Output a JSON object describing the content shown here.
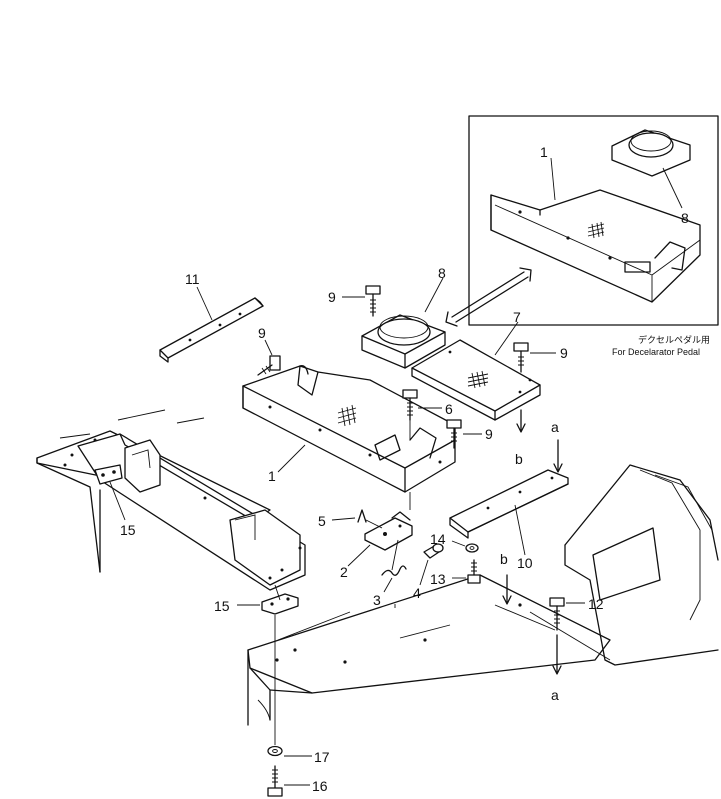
{
  "labels": {
    "n1": "1",
    "n1b": "1",
    "n2": "2",
    "n3": "3",
    "n4": "4",
    "n5": "5",
    "n6": "6",
    "n7": "7",
    "n8": "8",
    "n8b": "8",
    "n9a": "9",
    "n9b": "9",
    "n9c": "9",
    "n9d": "9",
    "n10": "10",
    "n11": "11",
    "n12": "12",
    "n13": "13",
    "n14": "14",
    "n15a": "15",
    "n15b": "15",
    "n16": "16",
    "n17": "17",
    "a1": "a",
    "a2": "a",
    "b1": "b",
    "b2": "b"
  },
  "inset": {
    "caption_jp": "デクセルペダル用",
    "caption_en": "For Decelarator Pedal"
  }
}
